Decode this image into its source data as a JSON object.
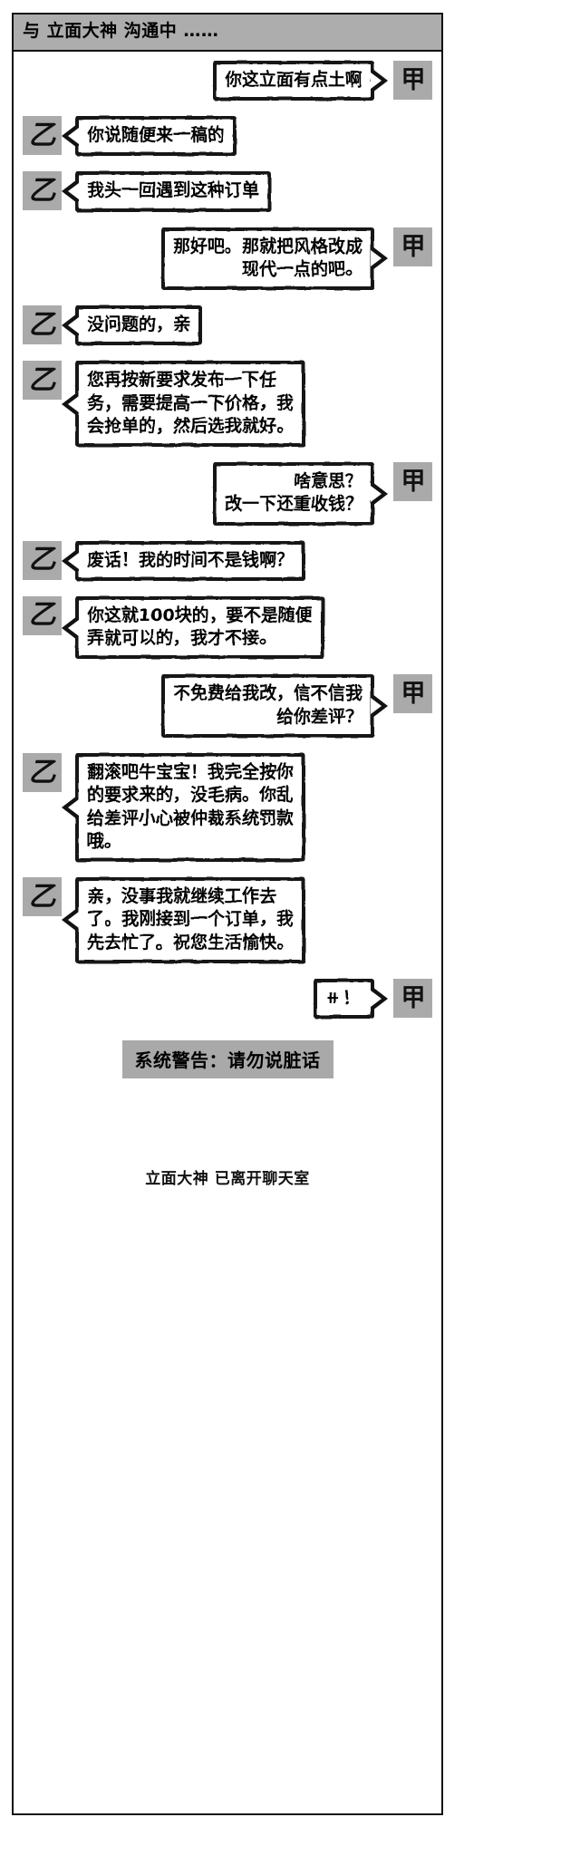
{
  "header": {
    "title": "与 立面大神 沟通中 ……",
    "prefix": "与",
    "contact": "立面大神",
    "status": "沟通中",
    "dots": "……"
  },
  "avatars": {
    "client": "甲",
    "designer": "乙"
  },
  "colors": {
    "header_bg": "#adadad",
    "avatar_bg": "#aaaaaa",
    "warning_bg": "#a9a9a9",
    "bubble_border": "#121212",
    "bubble_bg": "#ffffff",
    "text": "#000000",
    "frame": "#111111"
  },
  "messages": [
    {
      "speaker": "甲",
      "side": "right",
      "lines": [
        "你这立面有点土啊"
      ]
    },
    {
      "speaker": "乙",
      "side": "left",
      "lines": [
        "你说随便来一稿的"
      ]
    },
    {
      "speaker": "乙",
      "side": "left",
      "lines": [
        "我头一回遇到这种订单"
      ]
    },
    {
      "speaker": "甲",
      "side": "right",
      "lines": [
        "那好吧。那就把风格改成",
        "现代一点的吧。"
      ]
    },
    {
      "speaker": "乙",
      "side": "left",
      "lines": [
        "没问题的，亲"
      ]
    },
    {
      "speaker": "乙",
      "side": "left",
      "lines": [
        "您再按新要求发布一下任",
        "务，需要提高一下价格，我",
        "会抢单的，然后选我就好。"
      ]
    },
    {
      "speaker": "甲",
      "side": "right",
      "lines": [
        "啥意思？",
        "改一下还重收钱？"
      ]
    },
    {
      "speaker": "乙",
      "side": "left",
      "lines": [
        "废话！我的时间不是钱啊？"
      ]
    },
    {
      "speaker": "乙",
      "side": "left",
      "lines": [
        "你这就100块的，要不是随便",
        "弄就可以的，我才不接。"
      ]
    },
    {
      "speaker": "甲",
      "side": "right",
      "lines": [
        "不免费给我改，信不信我",
        "给你差评？"
      ]
    },
    {
      "speaker": "乙",
      "side": "left",
      "lines": [
        "翻滚吧牛宝宝！我完全按你",
        "的要求来的，没毛病。你乱",
        "给差评小心被仲裁系统罚款",
        "哦。"
      ]
    },
    {
      "speaker": "乙",
      "side": "left",
      "lines": [
        "亲，没事我就继续工作去",
        "了。我刚接到一个订单，我",
        "先去忙了。祝您生活愉快。"
      ]
    },
    {
      "speaker": "甲",
      "side": "right",
      "lines": [
        "⧺！"
      ]
    }
  ],
  "system_warning": "系统警告：请勿说脏话",
  "footer_note": "立面大神 已离开聊天室"
}
